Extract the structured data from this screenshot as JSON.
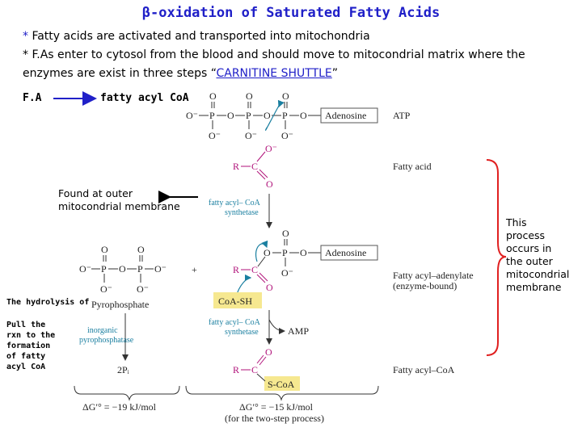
{
  "title": "β-oxidation of Saturated Fatty Acids",
  "intro": {
    "line1_star": "*",
    "line1": " Fatty acids are activated and transported into mitochondria",
    "line2": "* F.As enter to cytosol from the blood and should move to mitocondrial matrix where the",
    "line3_pre": "enzymes are exist in three steps  “",
    "line3_link": "CARNITINE SHUTTLE",
    "line3_post": "”"
  },
  "fa_row": {
    "left": "F.A",
    "right": "fatty acyl CoA"
  },
  "found_note": [
    "Found at outer",
    "mitocondrial membrane"
  ],
  "process_note": [
    "This",
    "process",
    "occurs in",
    "the outer",
    "mitocondrial",
    "membrane"
  ],
  "hydrolysis_note": "The hydrolysis of",
  "pull_note": [
    "Pull the",
    "rxn to the",
    "formation",
    "of fatty",
    "acyl CoA"
  ],
  "atoms": {
    "O": "O",
    "P": "P",
    "Om": "O⁻",
    "R": "R",
    "C": "C",
    "plus": "+"
  },
  "species": {
    "adenosine": "Adenosine",
    "atp": "ATP",
    "fatty_acid": "Fatty acid",
    "adenylate": "Fatty acyl–adenylate",
    "enzyme_bound": "(enzyme-bound)",
    "fatty_acyl_coa": "Fatty acyl–CoA",
    "coash": "CoA-SH",
    "scoa": "S-CoA",
    "amp": "AMP",
    "pyrophosphate": "Pyrophosphate",
    "two_pi": "2Pᵢ"
  },
  "enzymes": {
    "synthetase": [
      "fatty acyl– CoA",
      "synthetase"
    ],
    "synthetase2": [
      "fatty acyl– CoA",
      "synthetase"
    ],
    "pyrophosphatase": [
      "inorganic",
      "pyrophosphatase"
    ]
  },
  "energies": {
    "left": "ΔG′° = −19 kJ/mol",
    "right": "ΔG′° = −15 kJ/mol",
    "right_note": "(for the two-step process)"
  },
  "colors": {
    "title": "#2020c8",
    "purple": "#b0127a",
    "teal": "#1a7fa0",
    "brace": "#e02020",
    "highlight": "#f6e890"
  }
}
